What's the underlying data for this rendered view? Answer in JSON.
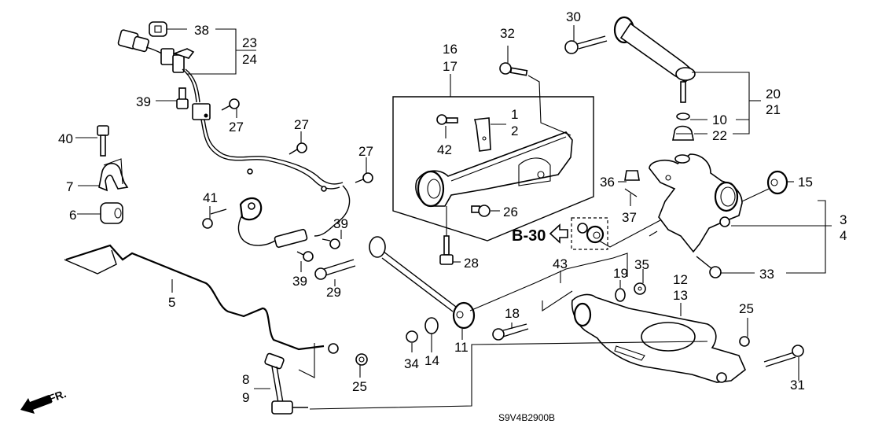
{
  "diagram": {
    "title_code": "S9V4B2900B",
    "reference": "B-30",
    "direction_marker": "FR.",
    "direction_icon": "front-arrow-icon",
    "callouts": [
      {
        "id": "c38",
        "text": "38"
      },
      {
        "id": "c23",
        "text": "23"
      },
      {
        "id": "c24",
        "text": "24"
      },
      {
        "id": "c39a",
        "text": "39"
      },
      {
        "id": "c27a",
        "text": "27"
      },
      {
        "id": "c27b",
        "text": "27"
      },
      {
        "id": "c27c",
        "text": "27"
      },
      {
        "id": "c40",
        "text": "40"
      },
      {
        "id": "c7",
        "text": "7"
      },
      {
        "id": "c6",
        "text": "6"
      },
      {
        "id": "c41",
        "text": "41"
      },
      {
        "id": "c39b",
        "text": "39"
      },
      {
        "id": "c39c",
        "text": "39"
      },
      {
        "id": "c29",
        "text": "29"
      },
      {
        "id": "c5",
        "text": "5"
      },
      {
        "id": "c8",
        "text": "8"
      },
      {
        "id": "c9",
        "text": "9"
      },
      {
        "id": "c25a",
        "text": "25"
      },
      {
        "id": "c16",
        "text": "16"
      },
      {
        "id": "c17",
        "text": "17"
      },
      {
        "id": "c32",
        "text": "32"
      },
      {
        "id": "c1",
        "text": "1"
      },
      {
        "id": "c2",
        "text": "2"
      },
      {
        "id": "c42",
        "text": "42"
      },
      {
        "id": "c26",
        "text": "26"
      },
      {
        "id": "c28",
        "text": "28"
      },
      {
        "id": "c30",
        "text": "30"
      },
      {
        "id": "c20",
        "text": "20"
      },
      {
        "id": "c21",
        "text": "21"
      },
      {
        "id": "c10",
        "text": "10"
      },
      {
        "id": "c22",
        "text": "22"
      },
      {
        "id": "c36",
        "text": "36"
      },
      {
        "id": "c37",
        "text": "37"
      },
      {
        "id": "c15",
        "text": "15"
      },
      {
        "id": "c3",
        "text": "3"
      },
      {
        "id": "c4",
        "text": "4"
      },
      {
        "id": "c33",
        "text": "33"
      },
      {
        "id": "c43",
        "text": "43"
      },
      {
        "id": "c19",
        "text": "19"
      },
      {
        "id": "c35",
        "text": "35"
      },
      {
        "id": "c12",
        "text": "12"
      },
      {
        "id": "c13",
        "text": "13"
      },
      {
        "id": "c18",
        "text": "18"
      },
      {
        "id": "c11",
        "text": "11"
      },
      {
        "id": "c14",
        "text": "14"
      },
      {
        "id": "c34",
        "text": "34"
      },
      {
        "id": "c25b",
        "text": "25"
      },
      {
        "id": "c31",
        "text": "31"
      }
    ]
  }
}
